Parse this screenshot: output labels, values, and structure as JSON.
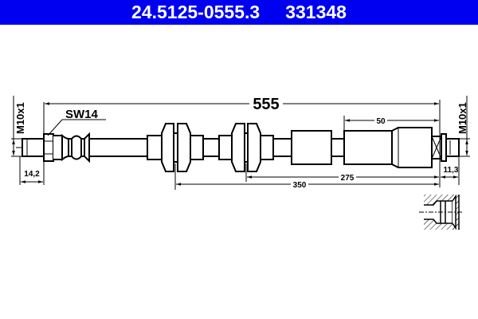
{
  "header": {
    "part_number": "24.5125-0555.3",
    "article_number": "331348",
    "background_color": "#0000f0",
    "text_color": "#ffffff"
  },
  "drawing": {
    "type": "brake hose technical drawing",
    "dimensions": {
      "overall_length": "555",
      "left_thread": "M10x1",
      "right_thread": "M10x1",
      "left_thread_length": "14,2",
      "right_thread_length": "11,3",
      "wrench_size": "SW14",
      "sleeve_length": "50",
      "bracket2_to_end": "275",
      "bracket1_to_end": "350"
    },
    "detail_view": "threaded port section (hatched)"
  }
}
